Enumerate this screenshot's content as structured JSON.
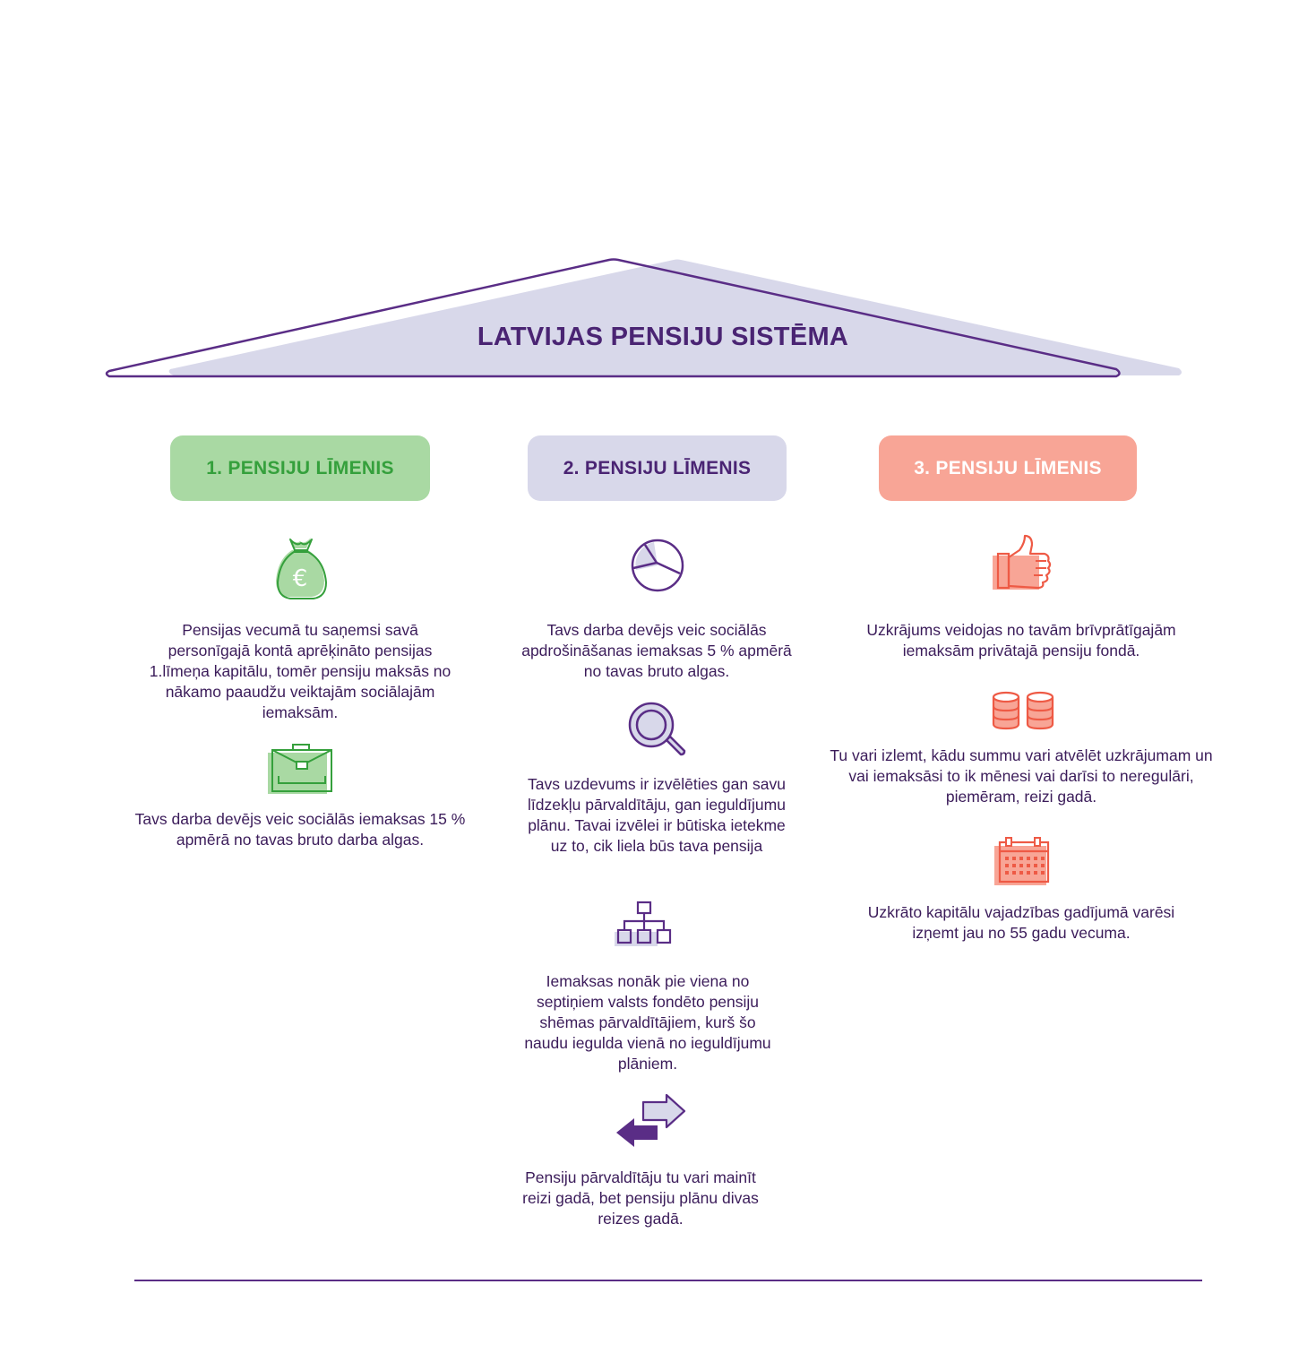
{
  "title": "LATVIJAS PENSIJU SISTĒMA",
  "colors": {
    "purple": "#5a2d86",
    "lavender": "#d8d8ea",
    "green": "#35a03c",
    "green_light": "#a9d9a3",
    "salmon": "#f8a596",
    "coral": "#ee5a45"
  },
  "levels": [
    {
      "label": "1. PENSIJU LĪMENIS",
      "items": [
        {
          "icon": "money-bag-euro-icon",
          "text": "Pensijas vecumā tu saņemsi savā personīgajā kontā aprēķināto pensijas 1.līmeņa kapitālu, tomēr pensiju maksās no nākamo paaudžu veiktajām sociālajām iemaksām."
        },
        {
          "icon": "briefcase-icon",
          "text": "Tavs darba devējs veic sociālās iemaksas 15 % apmērā no tavas bruto darba algas."
        }
      ]
    },
    {
      "label": "2. PENSIJU LĪMENIS",
      "items": [
        {
          "icon": "pie-chart-icon",
          "text": "Tavs darba devējs veic sociālās apdrošināšanas iemaksas 5 % apmērā no tavas bruto algas."
        },
        {
          "icon": "magnifier-icon",
          "text": "Tavs uzdevums ir izvēlēties gan savu līdzekļu pārvaldītāju, gan ieguldījumu plānu. Tavai izvēlei ir būtiska ietekme uz to, cik liela būs tava pensija"
        },
        {
          "icon": "org-chart-icon",
          "text": "Iemaksas nonāk pie viena no septiņiem valsts fondēto pensiju shēmas pārvaldītājiem, kurš šo naudu iegulda vienā no ieguldījumu plāniem."
        },
        {
          "icon": "swap-arrows-icon",
          "text": "Pensiju pārvaldītāju tu vari mainīt reizi gadā, bet pensiju plānu divas reizes gadā."
        }
      ]
    },
    {
      "label": "3. PENSIJU LĪMENIS",
      "items": [
        {
          "icon": "thumbs-up-icon",
          "text": "Uzkrājums veidojas no tavām brīvprātīgajām iemaksām privātajā pensiju fondā."
        },
        {
          "icon": "coin-stacks-icon",
          "text": "Tu vari izlemt, kādu summu vari atvēlēt uzkrājumam un vai iemaksāsi to ik mēnesi vai darīsi to neregulāri, piemēram, reizi gadā."
        },
        {
          "icon": "calendar-icon",
          "text": "Uzkrāto kapitālu vajadzības gadījumā varēsi izņemt jau no 55 gadu vecuma."
        }
      ]
    }
  ]
}
